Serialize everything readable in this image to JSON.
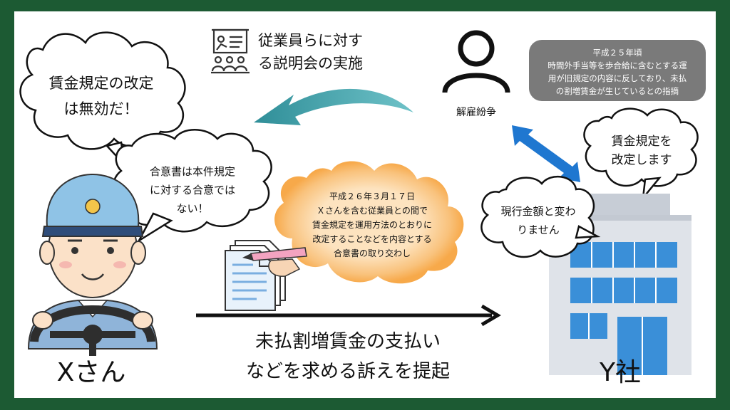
{
  "diagram": {
    "worker_bubble_top": [
      "賃金規定の改定",
      "は無効だ！"
    ],
    "worker_bubble_mid": [
      "合意書は本件規定",
      "に対する合意では",
      "ない！"
    ],
    "meeting_label": [
      "従業員らに対す",
      "る説明会の実施"
    ],
    "dispute_label": "解雇紛争",
    "grey_note": [
      "平成２５年頃",
      "時間外手当等を歩合給に含むとする運",
      "用が旧規定の内容に反しており、未払",
      "の割増賃金が生じているとの指摘"
    ],
    "orange_note": [
      "平成２６年３月１７日",
      "Ｘさんを含む従業員との間で",
      "賃金規定を運用方法のとおりに",
      "改定することなどを内容とする",
      "合意書の取り交わし"
    ],
    "company_bubble_top": [
      "賃金規定を",
      "改定します"
    ],
    "company_bubble_mid": [
      "現行金額と変わ",
      "りません"
    ],
    "lawsuit_label": [
      "未払割増賃金の支払い",
      "などを求める訴えを提起"
    ],
    "worker_name": "Xさん",
    "company_name": "Y社"
  },
  "colors": {
    "border": "#1c5a33",
    "panel": "#ffffff",
    "teal_arrow": "#3a9fa9",
    "blue_arrow": "#1f77d0",
    "grey_note": "#7a7a7a",
    "orange_glow": "#f7a94a",
    "building_blue": "#3a8fd8"
  }
}
